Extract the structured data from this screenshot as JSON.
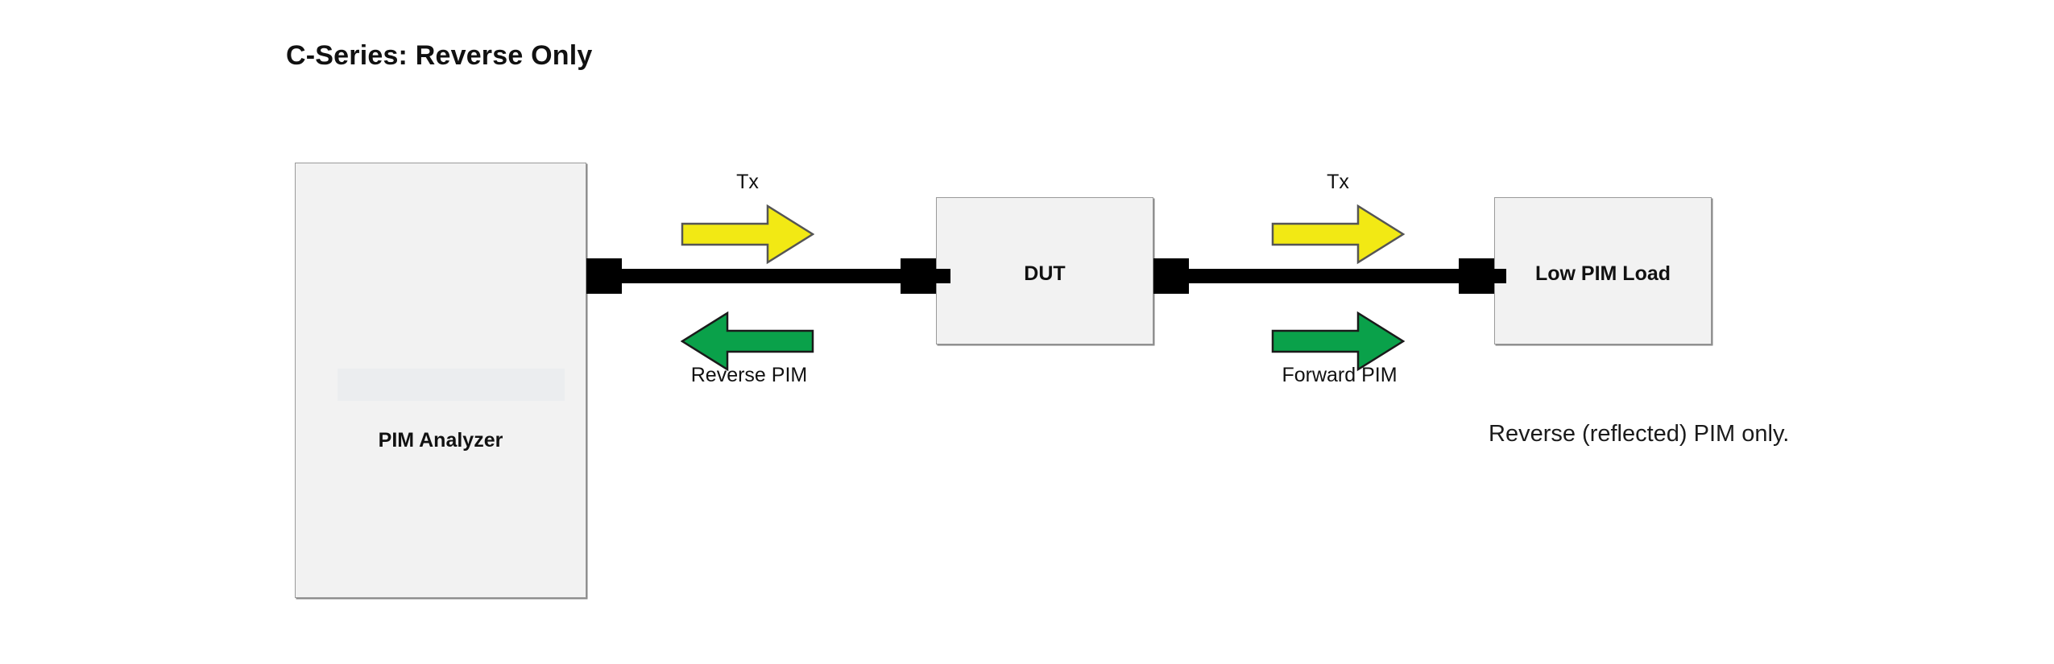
{
  "diagram": {
    "title": "C-Series: Reverse Only",
    "caption": "Reverse (reflected) PIM only.",
    "colors": {
      "tx_arrow_fill": "#F2E914",
      "pim_arrow_fill": "#0AA14A",
      "arrow_stroke": "#555555",
      "box_fill": "#F2F2F2",
      "box_border": "#9A9A9A",
      "cable": "#000000",
      "background": "#FFFFFF"
    },
    "blocks": [
      {
        "id": "analyzer",
        "label": "PIM Analyzer"
      },
      {
        "id": "dut",
        "label": "DUT"
      },
      {
        "id": "load",
        "label": "Low PIM Load"
      }
    ],
    "signals": [
      {
        "id": "tx-left",
        "label": "Tx",
        "direction": "right",
        "color": "#F2E914",
        "segment": "analyzer-to-dut"
      },
      {
        "id": "reverse-pim",
        "label": "Reverse PIM",
        "direction": "left",
        "color": "#0AA14A",
        "segment": "dut-to-analyzer"
      },
      {
        "id": "tx-right",
        "label": "Tx",
        "direction": "right",
        "color": "#F2E914",
        "segment": "dut-to-load"
      },
      {
        "id": "forward-pim",
        "label": "Forward PIM",
        "direction": "right",
        "color": "#0AA14A",
        "segment": "dut-to-load"
      }
    ],
    "connectors": [
      {
        "id": "analyzer-out"
      },
      {
        "id": "dut-in"
      },
      {
        "id": "dut-out"
      },
      {
        "id": "load-in"
      }
    ]
  }
}
